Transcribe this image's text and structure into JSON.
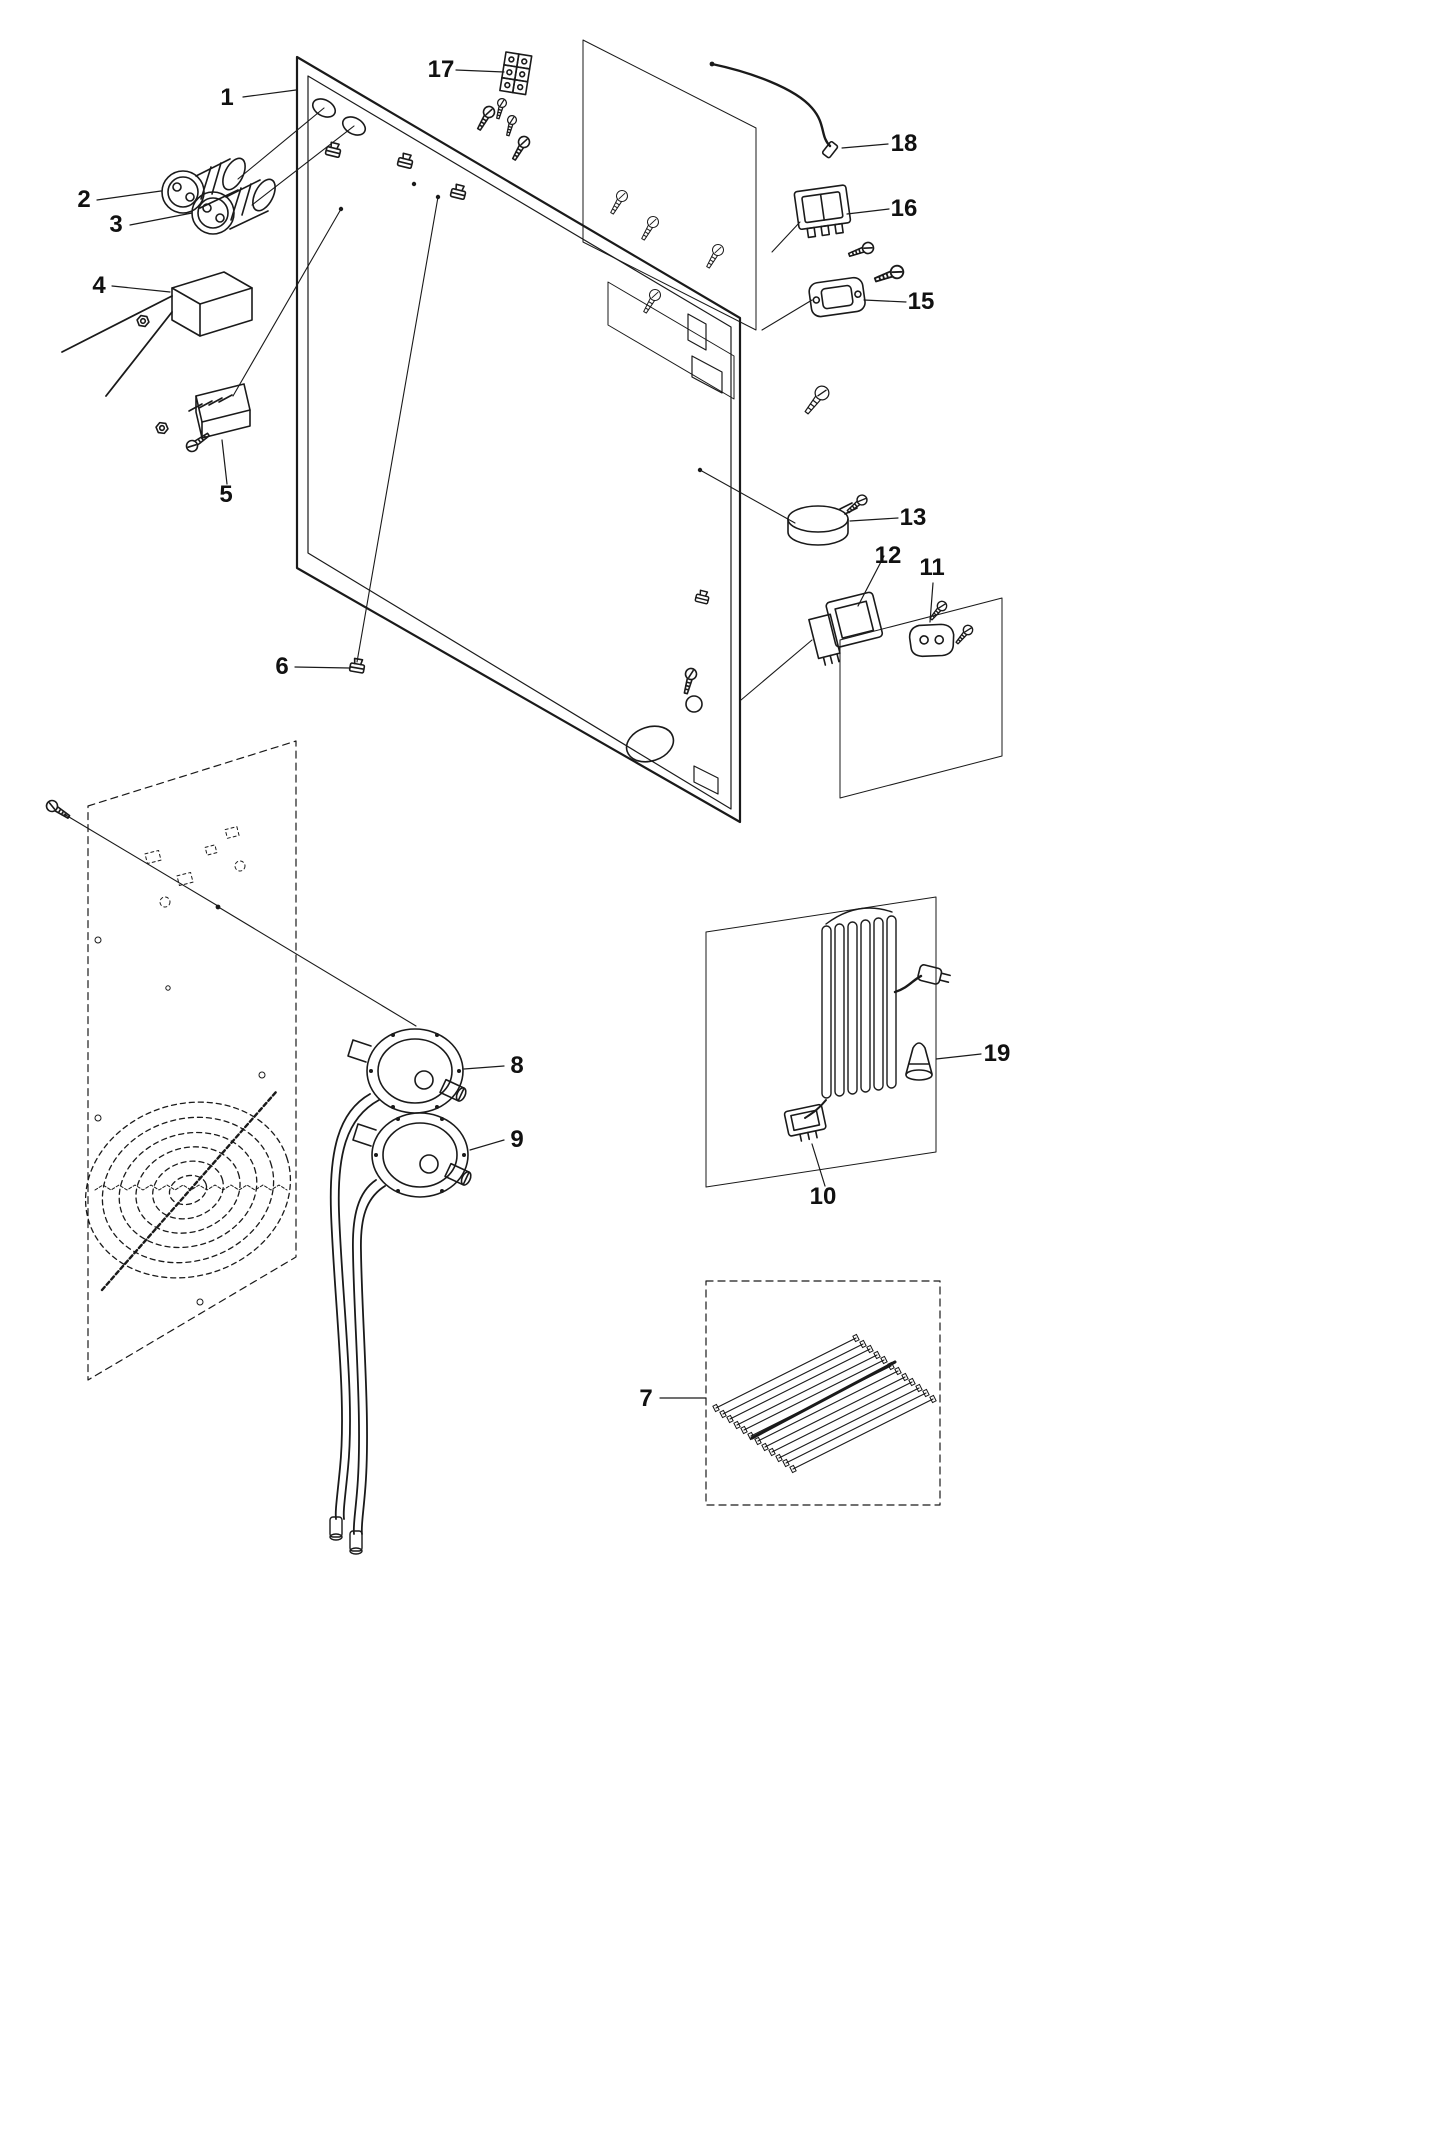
{
  "diagram": {
    "type": "exploded-parts-diagram",
    "colors": {
      "line": "#1a1a1a",
      "background": "#ffffff"
    },
    "callouts": [
      {
        "label": "1"
      },
      {
        "label": "2"
      },
      {
        "label": "3"
      },
      {
        "label": "4"
      },
      {
        "label": "5"
      },
      {
        "label": "6"
      },
      {
        "label": "7"
      },
      {
        "label": "8"
      },
      {
        "label": "9"
      },
      {
        "label": "10"
      },
      {
        "label": "11"
      },
      {
        "label": "12"
      },
      {
        "label": "13"
      },
      {
        "label": "15"
      },
      {
        "label": "16"
      },
      {
        "label": "17"
      },
      {
        "label": "18"
      },
      {
        "label": "19"
      }
    ]
  }
}
